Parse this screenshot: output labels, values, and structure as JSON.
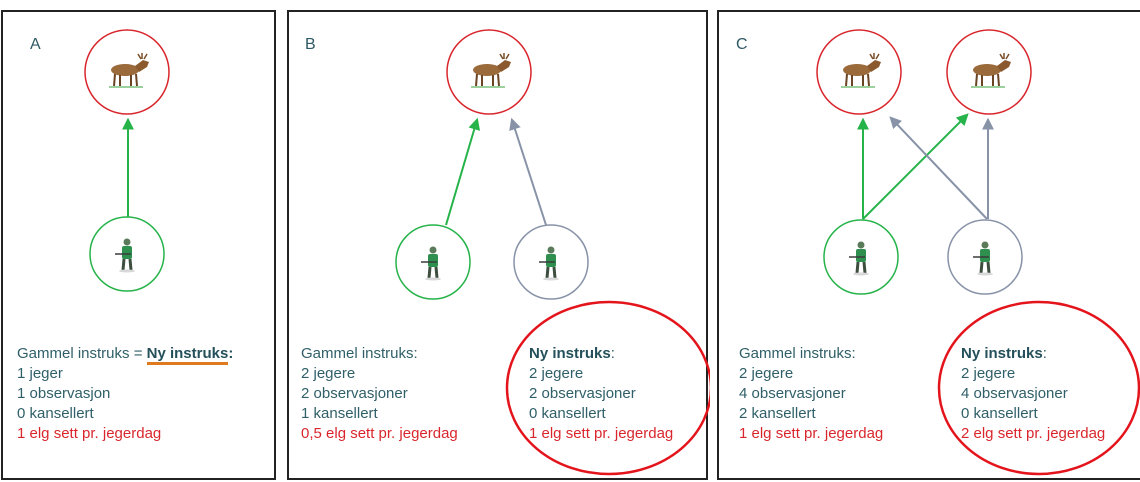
{
  "colors": {
    "green": "#26b34a",
    "grey": "#8893a8",
    "red": "#d9262c",
    "teal_text": "#2f5f68",
    "underline": "#e07a1f"
  },
  "icons": {
    "animal": "moose-icon",
    "person": "hunter-icon"
  },
  "panels": [
    {
      "letter": "A",
      "old_label": "Gammel instruks = ",
      "new_label": "Ny instruks",
      "new_colon": ":",
      "lines": [
        "1 jeger",
        "1 observasjon",
        "0 kansellert",
        "1 elg sett pr. jegerdag"
      ]
    },
    {
      "letter": "B",
      "old": {
        "title": "Gammel instruks:",
        "lines": [
          "2 jegere",
          "2 observasjoner",
          "1 kansellert",
          "0,5 elg sett pr. jegerdag"
        ]
      },
      "new": {
        "title": "Ny instruks",
        "title_colon": ":",
        "lines": [
          "2 jegere",
          "2 observasjoner",
          "0 kansellert",
          "1 elg sett pr. jegerdag"
        ]
      }
    },
    {
      "letter": "C",
      "old": {
        "title": "Gammel instruks:",
        "lines": [
          "2 jegere",
          "4 observasjoner",
          "2 kansellert",
          "1 elg sett pr. jegerdag"
        ]
      },
      "new": {
        "title": "Ny instruks",
        "title_colon": ":",
        "lines": [
          "2 jegere",
          "4 observasjoner",
          "0 kansellert",
          "2 elg sett pr. jegerdag"
        ]
      }
    }
  ]
}
